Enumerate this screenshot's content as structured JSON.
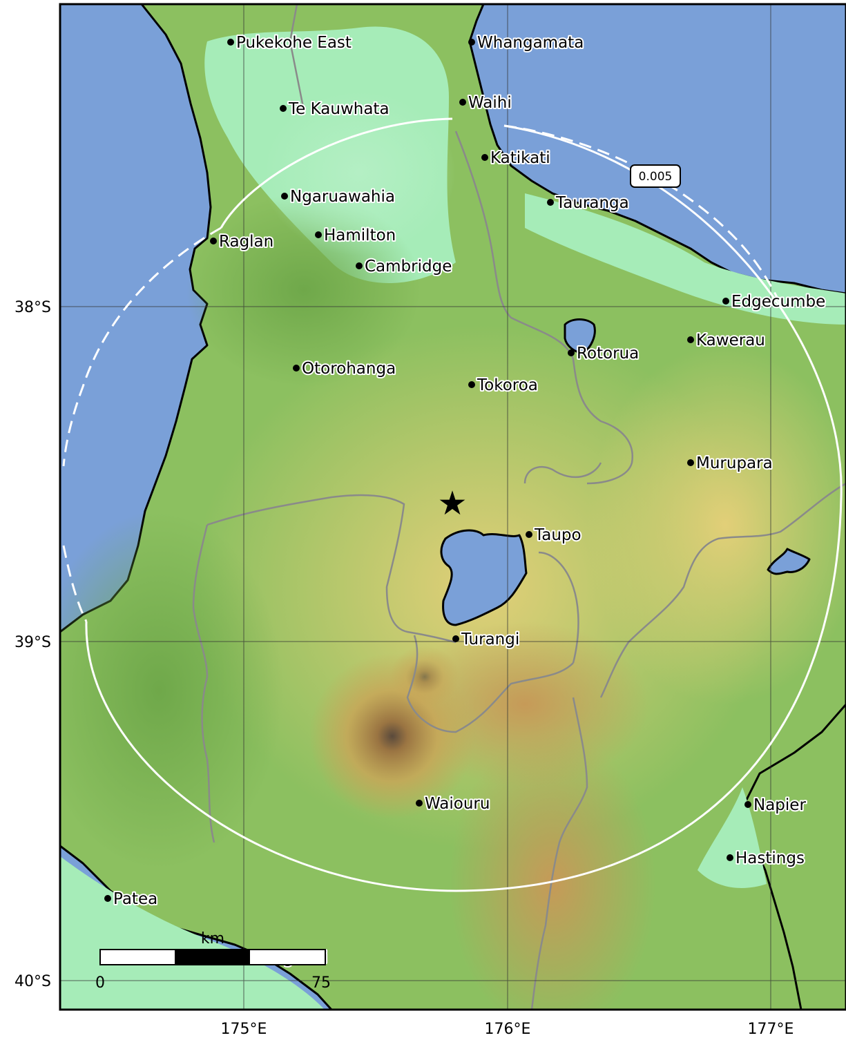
{
  "map": {
    "cities": [
      {
        "name": "Pukekohe East",
        "id": "pukekohe-east"
      },
      {
        "name": "Whangamata",
        "id": "whangamata"
      },
      {
        "name": "Te Kauwhata",
        "id": "te-kauwhata"
      },
      {
        "name": "Waihi",
        "id": "waihi"
      },
      {
        "name": "Katikati",
        "id": "katikati"
      },
      {
        "name": "Ngaruawahia",
        "id": "ngaruawahia"
      },
      {
        "name": "Tauranga",
        "id": "tauranga"
      },
      {
        "name": "Raglan",
        "id": "raglan"
      },
      {
        "name": "Hamilton",
        "id": "hamilton"
      },
      {
        "name": "Cambridge",
        "id": "cambridge"
      },
      {
        "name": "Edgecumbe",
        "id": "edgecumbe"
      },
      {
        "name": "Kawerau",
        "id": "kawerau"
      },
      {
        "name": "Rotorua",
        "id": "rotorua"
      },
      {
        "name": "Otorohanga",
        "id": "otorohanga"
      },
      {
        "name": "Tokoroa",
        "id": "tokoroa"
      },
      {
        "name": "Murupara",
        "id": "murupara"
      },
      {
        "name": "Taupo",
        "id": "taupo"
      },
      {
        "name": "Turangi",
        "id": "turangi"
      },
      {
        "name": "Waiouru",
        "id": "waiouru"
      },
      {
        "name": "Napier",
        "id": "napier"
      },
      {
        "name": "Hastings",
        "id": "hastings"
      },
      {
        "name": "Patea",
        "id": "patea"
      }
    ],
    "lat_ticks": [
      "38°S",
      "39°S",
      "40°S"
    ],
    "lon_ticks": [
      "175°E",
      "176°E",
      "177°E"
    ],
    "contour_label": "0.005",
    "scale_bar": {
      "unit": "km",
      "start": "0",
      "end": "75",
      "partial_label": "ganui"
    },
    "colors": {
      "ocean": "#7aa0d8",
      "lowland": "#a6ecb8",
      "hills": "#8cc060",
      "upland": "#dcc66c",
      "mountain": "#b88a44",
      "contour": "#ffffff",
      "boundary": "#8a8a8a"
    },
    "epicenter_icon": "star-icon"
  }
}
